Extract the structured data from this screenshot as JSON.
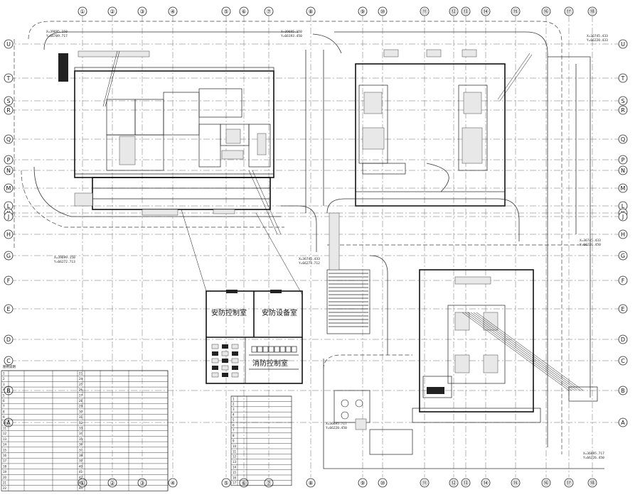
{
  "grid": {
    "top_labels": [
      "①",
      "②",
      "③",
      "④",
      "⑤",
      "⑥",
      "⑦",
      "⑧",
      "⑨",
      "⑩",
      "⑪",
      "⑫",
      "⑬",
      "⑭",
      "⑮",
      "⑯",
      "⑰",
      "⑱"
    ],
    "left_labels": [
      "U",
      "T",
      "S",
      "R",
      "Q",
      "P",
      "N",
      "M",
      "L",
      "K",
      "J",
      "H",
      "G",
      "F",
      "E",
      "D",
      "C",
      "B",
      "A"
    ]
  },
  "rooms": {
    "security_control_room": "安防控制室",
    "security_equipment_room": "安防设备室",
    "fire_control_room": "消防控制室"
  },
  "coordinates": [
    "X=39695.150",
    "Y=66709.717",
    "X=39695.150",
    "Y=66193.450",
    "X=39699.150",
    "Y=66272.713",
    "X=36745.433",
    "Y=66273.712",
    "X=36745.433",
    "Y=66220.433",
    "X=36695.717",
    "Y=66220.450",
    "X=36695.717",
    "Y=66226.450",
    "X=36745.433",
    "Y=66226.450"
  ],
  "legend_main": {
    "title": "图例说明",
    "rows": [
      [
        "1",
        "",
        "",
        "",
        "23",
        "",
        "",
        ""
      ],
      [
        "2",
        "",
        "",
        "",
        "24",
        "",
        "",
        ""
      ],
      [
        "3",
        "",
        "",
        "",
        "25",
        "",
        "",
        ""
      ],
      [
        "4",
        "",
        "",
        "",
        "26",
        "",
        "",
        ""
      ],
      [
        "5",
        "",
        "",
        "",
        "27",
        "",
        "",
        ""
      ],
      [
        "6",
        "",
        "",
        "",
        "28",
        "",
        "",
        ""
      ],
      [
        "7",
        "",
        "",
        "",
        "29",
        "",
        "",
        ""
      ],
      [
        "8",
        "",
        "",
        "",
        "30",
        "",
        "",
        ""
      ],
      [
        "9",
        "",
        "",
        "",
        "31",
        "",
        "",
        ""
      ],
      [
        "10",
        "",
        "",
        "",
        "32",
        "",
        "",
        ""
      ],
      [
        "11",
        "",
        "",
        "",
        "33",
        "",
        "",
        ""
      ],
      [
        "12",
        "",
        "",
        "",
        "34",
        "",
        "",
        ""
      ],
      [
        "13",
        "",
        "",
        "",
        "35",
        "",
        "",
        ""
      ],
      [
        "14",
        "",
        "",
        "",
        "36",
        "",
        "",
        ""
      ],
      [
        "15",
        "",
        "",
        "",
        "37",
        "",
        "",
        ""
      ],
      [
        "16",
        "",
        "",
        "",
        "38",
        "",
        "",
        ""
      ],
      [
        "17",
        "",
        "",
        "",
        "39",
        "",
        "",
        ""
      ],
      [
        "18",
        "",
        "",
        "",
        "40",
        "",
        "",
        ""
      ],
      [
        "19",
        "",
        "",
        "",
        "41",
        "",
        "",
        ""
      ],
      [
        "20",
        "",
        "",
        "",
        "42",
        "",
        "",
        ""
      ],
      [
        "21",
        "",
        "",
        "",
        "43",
        "",
        "",
        ""
      ],
      [
        "22",
        "",
        "",
        "",
        "44",
        "",
        "",
        ""
      ]
    ]
  },
  "legend_secondary": {
    "rows": [
      "1",
      "2",
      "3",
      "4",
      "5",
      "6",
      "7",
      "8",
      "9",
      "10",
      "11",
      "12",
      "13",
      "14",
      "15",
      "16",
      "17"
    ]
  }
}
